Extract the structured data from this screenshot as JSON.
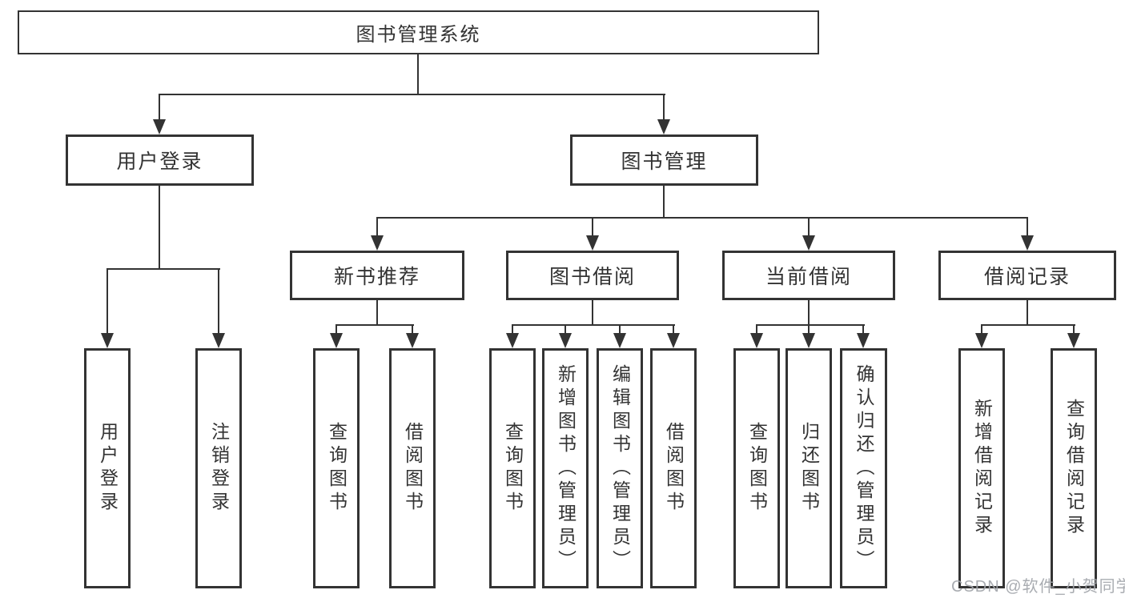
{
  "diagram": {
    "root": {
      "label": "图书管理系统"
    },
    "user_branch": {
      "label": "用户登录",
      "leaves": [
        "用户登录",
        "注销登录"
      ]
    },
    "book_branch": {
      "label": "图书管理",
      "groups": [
        {
          "label": "新书推荐",
          "leaves": [
            "查询图书",
            "借阅图书"
          ]
        },
        {
          "label": "图书借阅",
          "leaves": [
            "查询图书",
            "新增图书（管理员）",
            "编辑图书（管理员）",
            "借阅图书"
          ]
        },
        {
          "label": "当前借阅",
          "leaves": [
            "查询图书",
            "归还图书",
            "确认归还（管理员）"
          ]
        },
        {
          "label": "借阅记录",
          "leaves": [
            "新增借阅记录",
            "查询借阅记录"
          ]
        }
      ]
    }
  },
  "watermark": {
    "text": "CSDN @软件_小贺同学"
  },
  "colors": {
    "line": "#333333",
    "box_border": "#333333",
    "box_fill": "#ffffff",
    "text": "#333333",
    "background": "#ffffff",
    "watermark": "#a2a5aa"
  }
}
